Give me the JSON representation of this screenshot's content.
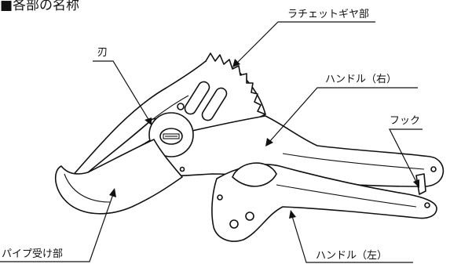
{
  "heading": "■各部の名称",
  "parts": {
    "ratchet_gear": "ラチェットギヤ部",
    "blade": "刃",
    "handle_right": "ハンドル（右）",
    "hook": "フック",
    "pipe_holder": "パイプ受け部",
    "handle_left": "ハンドル（左）"
  }
}
